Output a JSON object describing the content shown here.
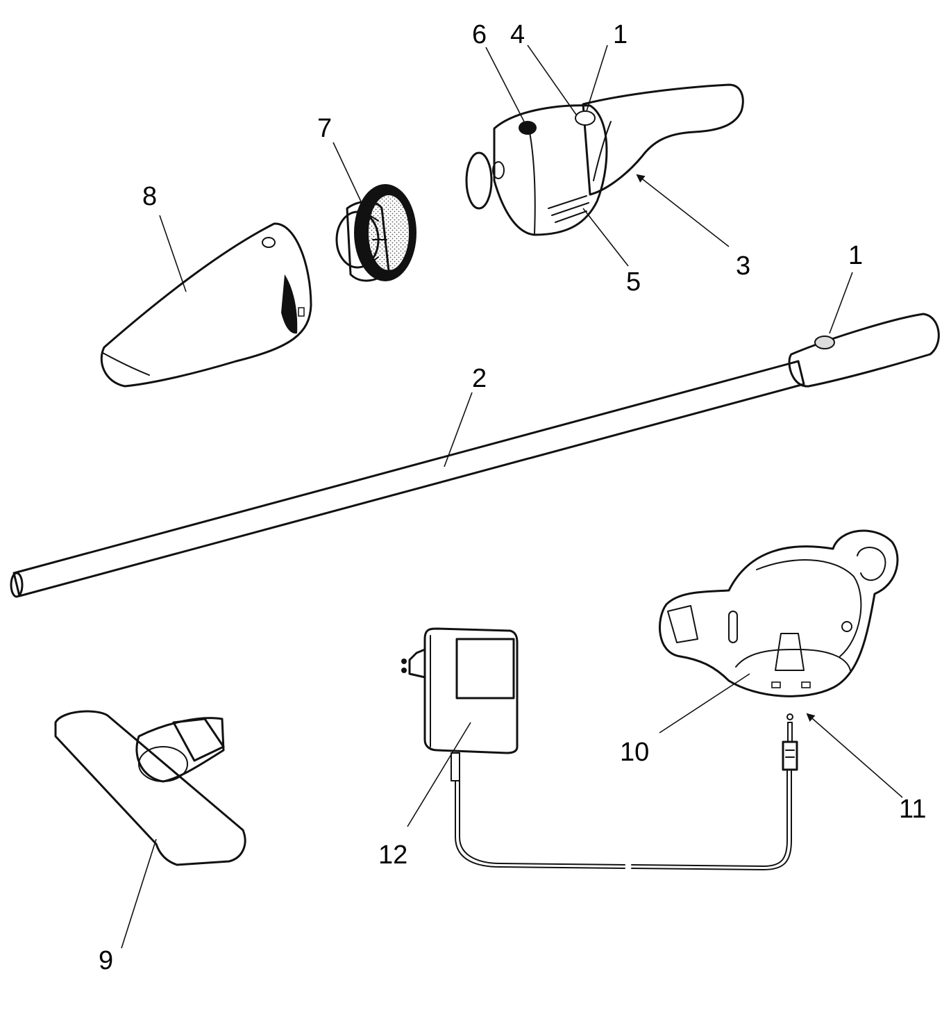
{
  "colors": {
    "line": "#111111",
    "background": "#ffffff",
    "light_shade": "#d9d9d9",
    "mid_shade": "#a8a8a8",
    "dark_shade": "#6e6e6e"
  },
  "labels": {
    "button_top": "1",
    "tube": "2",
    "hand_unit": "3",
    "body_top": "4",
    "vent": "5",
    "indicator": "6",
    "filter": "7",
    "dust_container": "8",
    "floor_nozzle": "9",
    "charging_base": "10",
    "socket": "11",
    "adapter": "12",
    "button_handle": "1"
  }
}
